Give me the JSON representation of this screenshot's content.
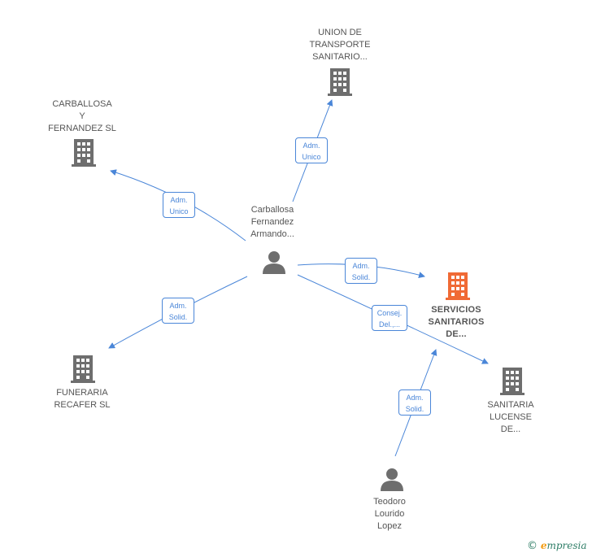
{
  "colors": {
    "company": "#6e6e6e",
    "main_company": "#f06a35",
    "person": "#6e6e6e",
    "edge": "#4a86d8"
  },
  "nodes": {
    "union": {
      "label": "UNION DE\nTRANSPORTE\nSANITARIO...",
      "type": "company"
    },
    "carballosa_sl": {
      "label": "CARBALLOSA\nY\nFERNANDEZ SL",
      "type": "company"
    },
    "person_main": {
      "label": "Carballosa\nFernandez\nArmando...",
      "type": "person"
    },
    "servicios": {
      "label": "SERVICIOS\nSANITARIOS\nDE...",
      "type": "main-company"
    },
    "funeraria": {
      "label": "FUNERARIA\nRECAFER SL",
      "type": "company"
    },
    "sanitaria": {
      "label": "SANITARIA\nLUCENSE\nDE...",
      "type": "company"
    },
    "teodoro": {
      "label": "Teodoro\nLourido\nLopez",
      "type": "person"
    }
  },
  "edges": {
    "to_union": {
      "label": "Adm.\nUnico"
    },
    "to_carballosa": {
      "label": "Adm.\nUnico"
    },
    "to_servicios": {
      "label": "Adm.\nSolid."
    },
    "to_funeraria": {
      "label": "Adm.\nSolid."
    },
    "to_sanitaria": {
      "label": "Consej.\nDel.,..."
    },
    "teodoro_to_servicios": {
      "label": "Adm.\nSolid."
    }
  },
  "footer": {
    "copyright": "©",
    "brand_initial": "e",
    "brand_rest": "mpresia"
  }
}
